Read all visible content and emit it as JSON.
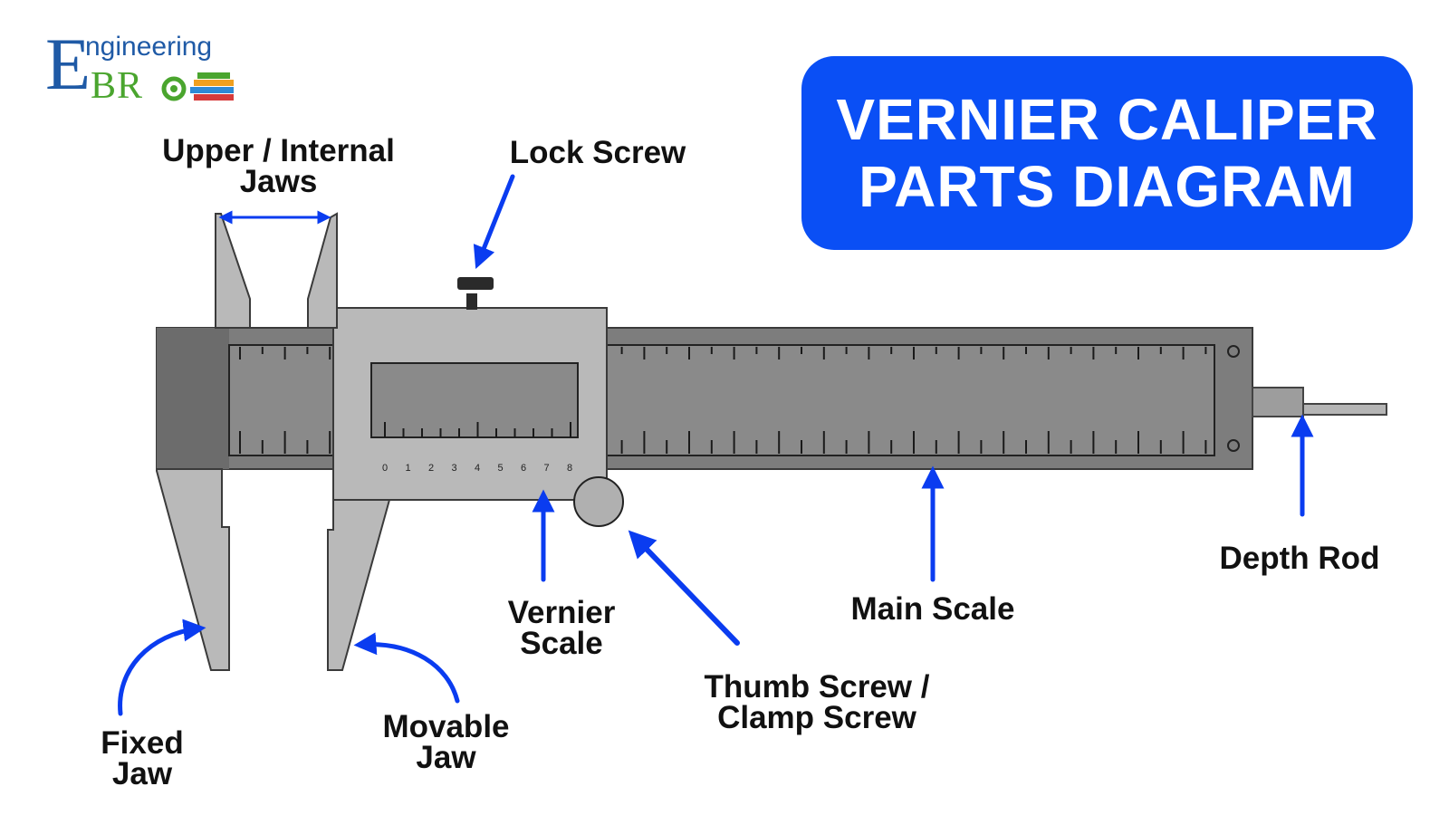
{
  "logo": {
    "letter_e": "E",
    "word_top": "ngineering",
    "word_bottom": "BR"
  },
  "title": {
    "line1": "VERNIER CALIPER",
    "line2": "PARTS DIAGRAM"
  },
  "labels": {
    "upper_jaws_line1": "Upper / Internal",
    "upper_jaws_line2": "Jaws",
    "lock_screw": "Lock Screw",
    "vernier_scale_line1": "Vernier",
    "vernier_scale_line2": "Scale",
    "thumb_screw_line1": "Thumb Screw /",
    "thumb_screw_line2": "Clamp Screw",
    "main_scale": "Main Scale",
    "depth_rod": "Depth Rod",
    "fixed_jaw_line1": "Fixed",
    "fixed_jaw_line2": "Jaw",
    "movable_jaw_line1": "Movable",
    "movable_jaw_line2": "Jaw"
  },
  "vernier_numbers": [
    "0",
    "1",
    "2",
    "3",
    "4",
    "5",
    "6",
    "7",
    "8"
  ],
  "colors": {
    "accent": "#0a4ff5",
    "arrow": "#0a3cf0",
    "body_dark": "#7d7d7d",
    "body_light": "#b9b9b9",
    "label_text": "#111111",
    "logo_blue": "#1f5aa6",
    "logo_green": "#4aa52e"
  }
}
